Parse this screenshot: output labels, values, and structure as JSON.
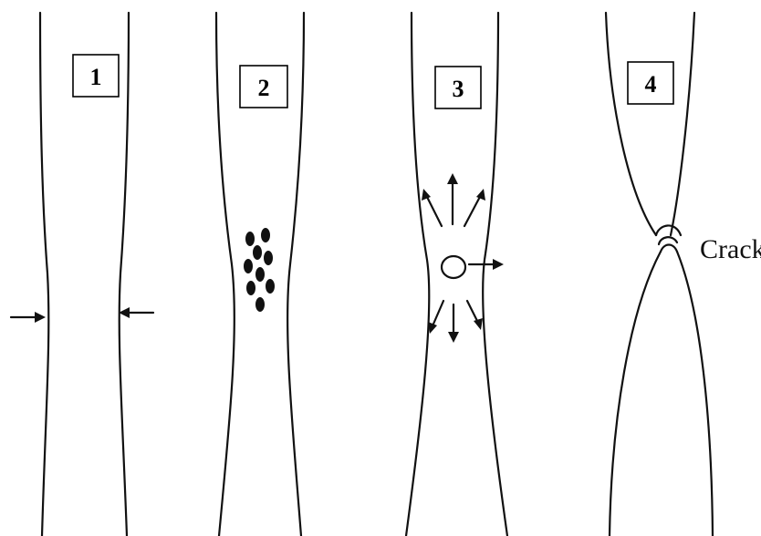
{
  "stages": [
    {
      "label": "1"
    },
    {
      "label": "2"
    },
    {
      "label": "3"
    },
    {
      "label": "4"
    }
  ],
  "annotations": {
    "crack_label": "Crack"
  },
  "colors": {
    "stroke": "#111111",
    "background": "#ffffff"
  }
}
